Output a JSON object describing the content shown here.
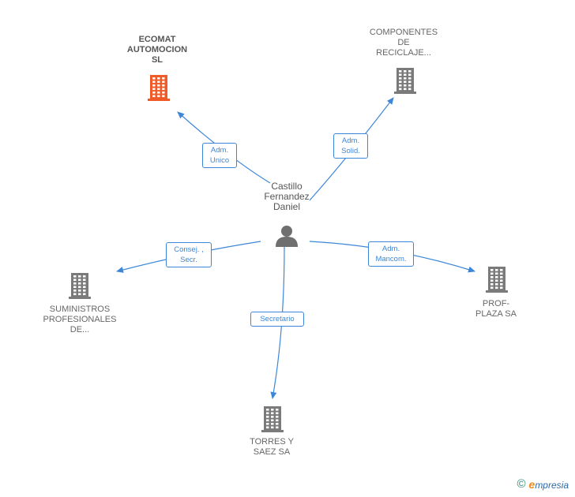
{
  "person": {
    "name_lines": [
      "Castillo",
      "Fernandez",
      "Daniel"
    ]
  },
  "companies": [
    {
      "id": "ecomat",
      "lines": [
        "ECOMAT",
        "AUTOMOCION",
        "SL"
      ],
      "color": "#f05a28",
      "primary": true
    },
    {
      "id": "componentes",
      "lines": [
        "COMPONENTES",
        "DE",
        "RECICLAJE..."
      ],
      "color": "#7a7a7a",
      "primary": false
    },
    {
      "id": "suministros",
      "lines": [
        "SUMINISTROS",
        "PROFESIONALES",
        "DE..."
      ],
      "color": "#7a7a7a",
      "primary": false
    },
    {
      "id": "prof-plaza",
      "lines": [
        "PROF-",
        "PLAZA SA"
      ],
      "color": "#7a7a7a",
      "primary": false
    },
    {
      "id": "torres",
      "lines": [
        "TORRES Y",
        "SAEZ SA"
      ],
      "color": "#7a7a7a",
      "primary": false
    }
  ],
  "relations": [
    {
      "to": "ecomat",
      "lines": [
        "Adm.",
        "Unico"
      ]
    },
    {
      "to": "componentes",
      "lines": [
        "Adm.",
        "Solid."
      ]
    },
    {
      "to": "suministros",
      "lines": [
        "Consej. ,",
        "Secr."
      ]
    },
    {
      "to": "prof-plaza",
      "lines": [
        "Adm.",
        "Mancom."
      ]
    },
    {
      "to": "torres",
      "lines": [
        "Secretario"
      ]
    }
  ],
  "colors": {
    "edge": "#3d87d8",
    "company_icon": "#7a7a7a",
    "primary_icon": "#f05a28",
    "person_icon": "#6f6f6f"
  },
  "footer": {
    "copyright_symbol": "©",
    "brand_initial": "e",
    "brand_rest": "mpresia"
  }
}
